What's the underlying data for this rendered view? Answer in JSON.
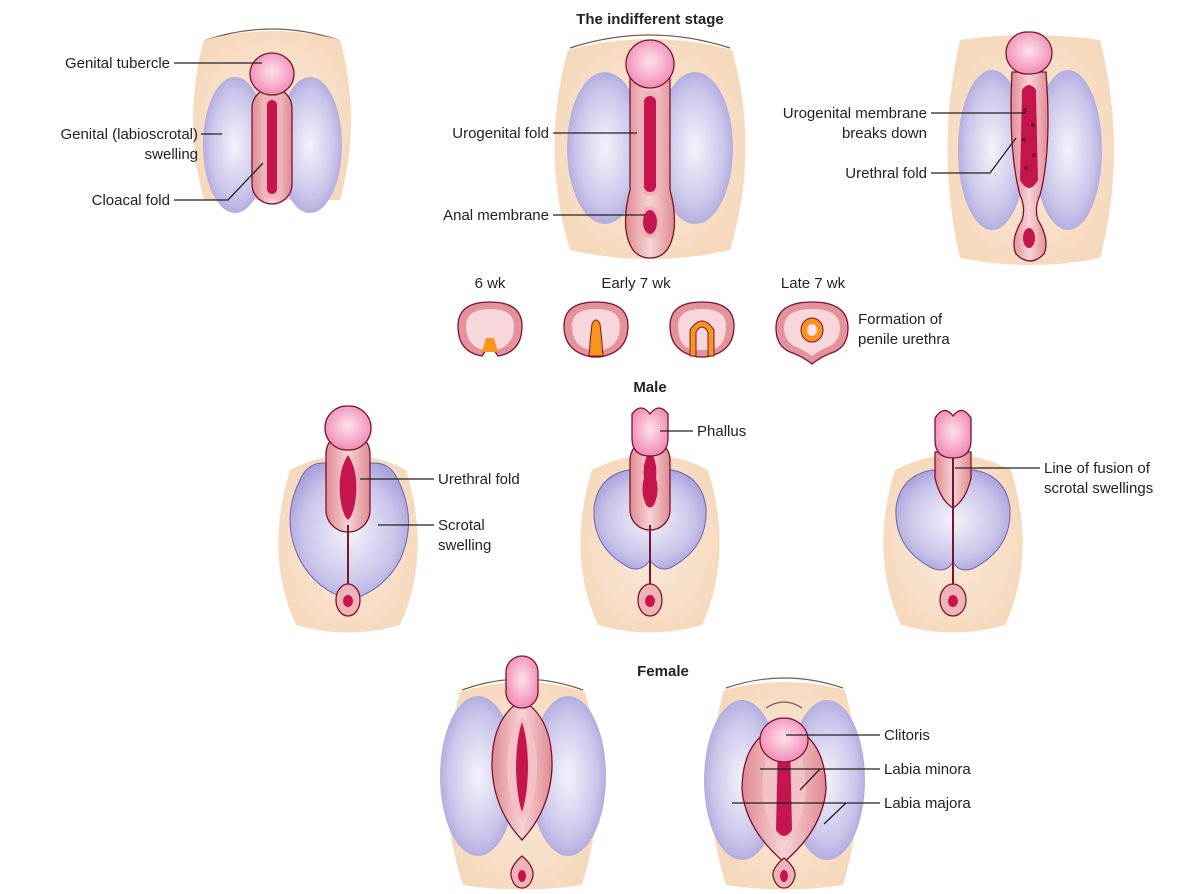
{
  "colors": {
    "skin": "#f8dfc6",
    "swelling": "#b9b4e0",
    "fold": "#e4949b",
    "fold_inner": "#f1bfc2",
    "groove": "#c4154f",
    "tubercle": "#f392b8",
    "tubercle_light": "#fbd3e4",
    "orange": "#f7951d",
    "outline": "#5a1020"
  },
  "indifferent": {
    "title": "The indifferent stage",
    "genital_tubercle": "Genital tubercle",
    "genital_swelling_1": "Genital (labioscrotal)",
    "genital_swelling_2": "swelling",
    "cloacal_fold": "Cloacal fold",
    "urogenital_fold": "Urogenital fold",
    "anal_membrane": "Anal membrane",
    "membrane_breaks_1": "Urogenital membrane",
    "membrane_breaks_2": "breaks down",
    "urethral_fold": "Urethral fold"
  },
  "sections": {
    "stage_6wk": "6 wk",
    "stage_early7": "Early 7 wk",
    "stage_late7": "Late 7 wk",
    "formation_1": "Formation of",
    "formation_2": "penile urethra"
  },
  "male": {
    "title": "Male",
    "urethral_fold": "Urethral fold",
    "scrotal_swelling_1": "Scrotal",
    "scrotal_swelling_2": "swelling",
    "phallus": "Phallus",
    "fusion_1": "Line of fusion of",
    "fusion_2": "scrotal swellings"
  },
  "female": {
    "title": "Female",
    "clitoris": "Clitoris",
    "labia_minora": "Labia minora",
    "labia_majora": "Labia majora"
  }
}
